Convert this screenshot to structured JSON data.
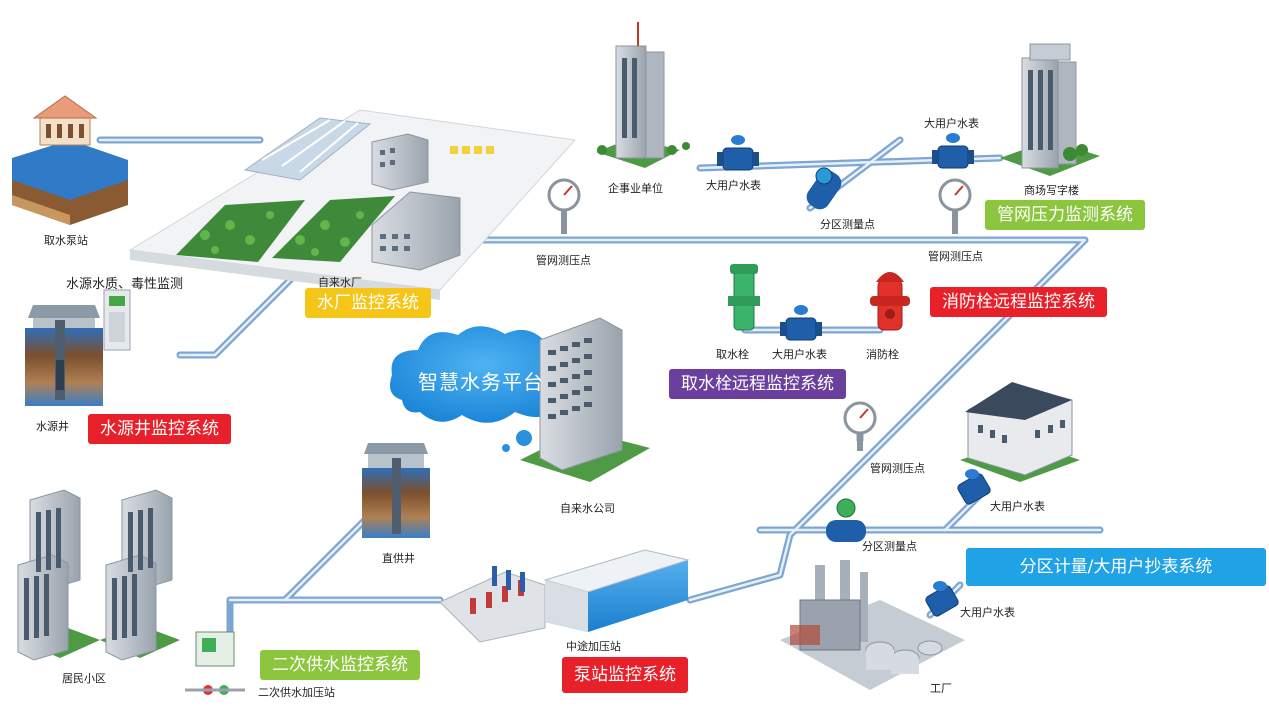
{
  "platform": {
    "title": "智慧水务平台"
  },
  "systems": {
    "water_plant": {
      "label": "水厂监控系统",
      "color": "#f5c518"
    },
    "source_well": {
      "label": "水源井监控系统",
      "color": "#e8202a"
    },
    "pipe_pressure": {
      "label": "管网压力监测系统",
      "color": "#8cc63f"
    },
    "hydrant": {
      "label": "消防栓远程监控系统",
      "color": "#e8202a"
    },
    "intake_hydrant": {
      "label": "取水栓远程监控系统",
      "color": "#6b3f9e"
    },
    "district_metering": {
      "label": "分区计量/大用户抄表系统",
      "color": "#1fa3e6"
    },
    "secondary_supply": {
      "label": "二次供水监控系统",
      "color": "#8cc63f"
    },
    "pump_station": {
      "label": "泵站监控系统",
      "color": "#e8202a"
    }
  },
  "labels": {
    "intake_pump": "取水泵站",
    "quality": "水源水质、毒性监测",
    "water_plant": "自来水厂",
    "source_well": "水源井",
    "enterprise": "企事业单位",
    "big_meter_1": "大用户水表",
    "big_meter_2": "大用户水表",
    "big_meter_3": "大用户水表",
    "big_meter_4": "大用户水表",
    "big_meter_5": "大用户水表",
    "district_point_1": "分区测量点",
    "district_point_2": "分区测量点",
    "mall": "商场写字楼",
    "pressure_1": "管网测压点",
    "pressure_2": "管网测压点",
    "pressure_3": "管网测压点",
    "intake_hydrant": "取水栓",
    "fire_hydrant": "消防栓",
    "water_company": "自来水公司",
    "direct_well": "直供井",
    "residential": "居民小区",
    "secondary_station": "二次供水加压站",
    "mid_pump": "中途加压站",
    "factory": "工厂"
  },
  "icons": [
    "building-icon",
    "water-meter-icon",
    "pressure-gauge-icon",
    "flow-meter-icon",
    "hydrant-icon",
    "well-icon",
    "cloud-icon",
    "factory-icon"
  ]
}
